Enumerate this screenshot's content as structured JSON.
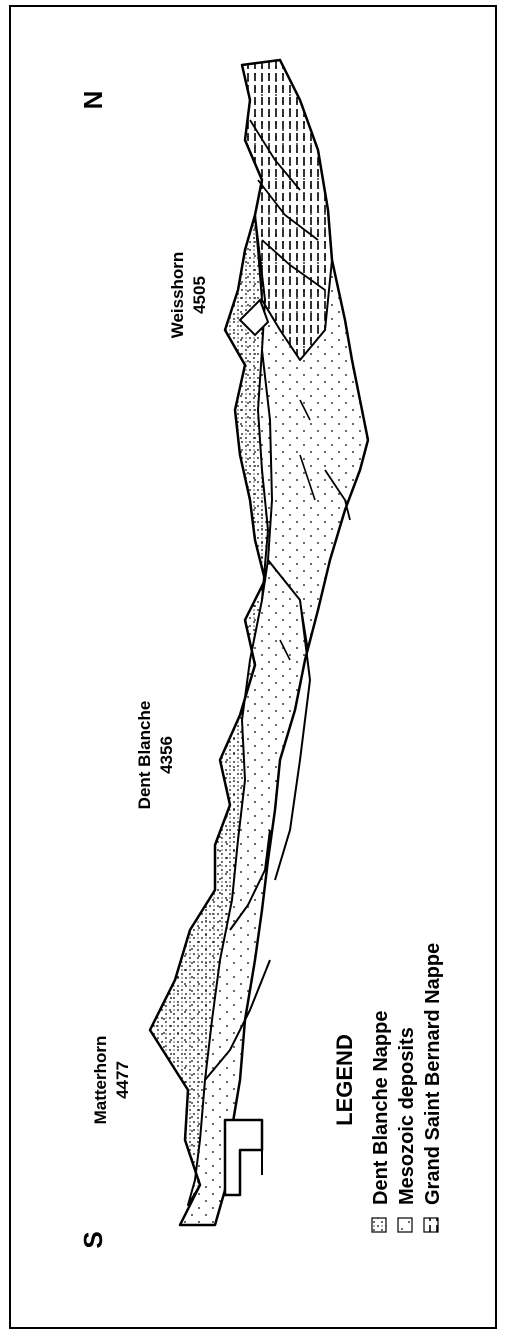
{
  "diagram": {
    "direction": {
      "south": "S",
      "north": "N"
    },
    "peaks": [
      {
        "name": "Matterhorn",
        "elevation": "4477"
      },
      {
        "name": "Dent Blanche",
        "elevation": "4356"
      },
      {
        "name": "Weisshorn",
        "elevation": "4505"
      }
    ],
    "legend": {
      "title": "LEGEND",
      "items": [
        {
          "label": "Dent Blanche Nappe",
          "pattern": "dense-dots"
        },
        {
          "label": "Mesozoic deposits",
          "pattern": "sparse-dots"
        },
        {
          "label": "Grand Saint Bernard Nappe",
          "pattern": "dashes"
        }
      ]
    }
  }
}
